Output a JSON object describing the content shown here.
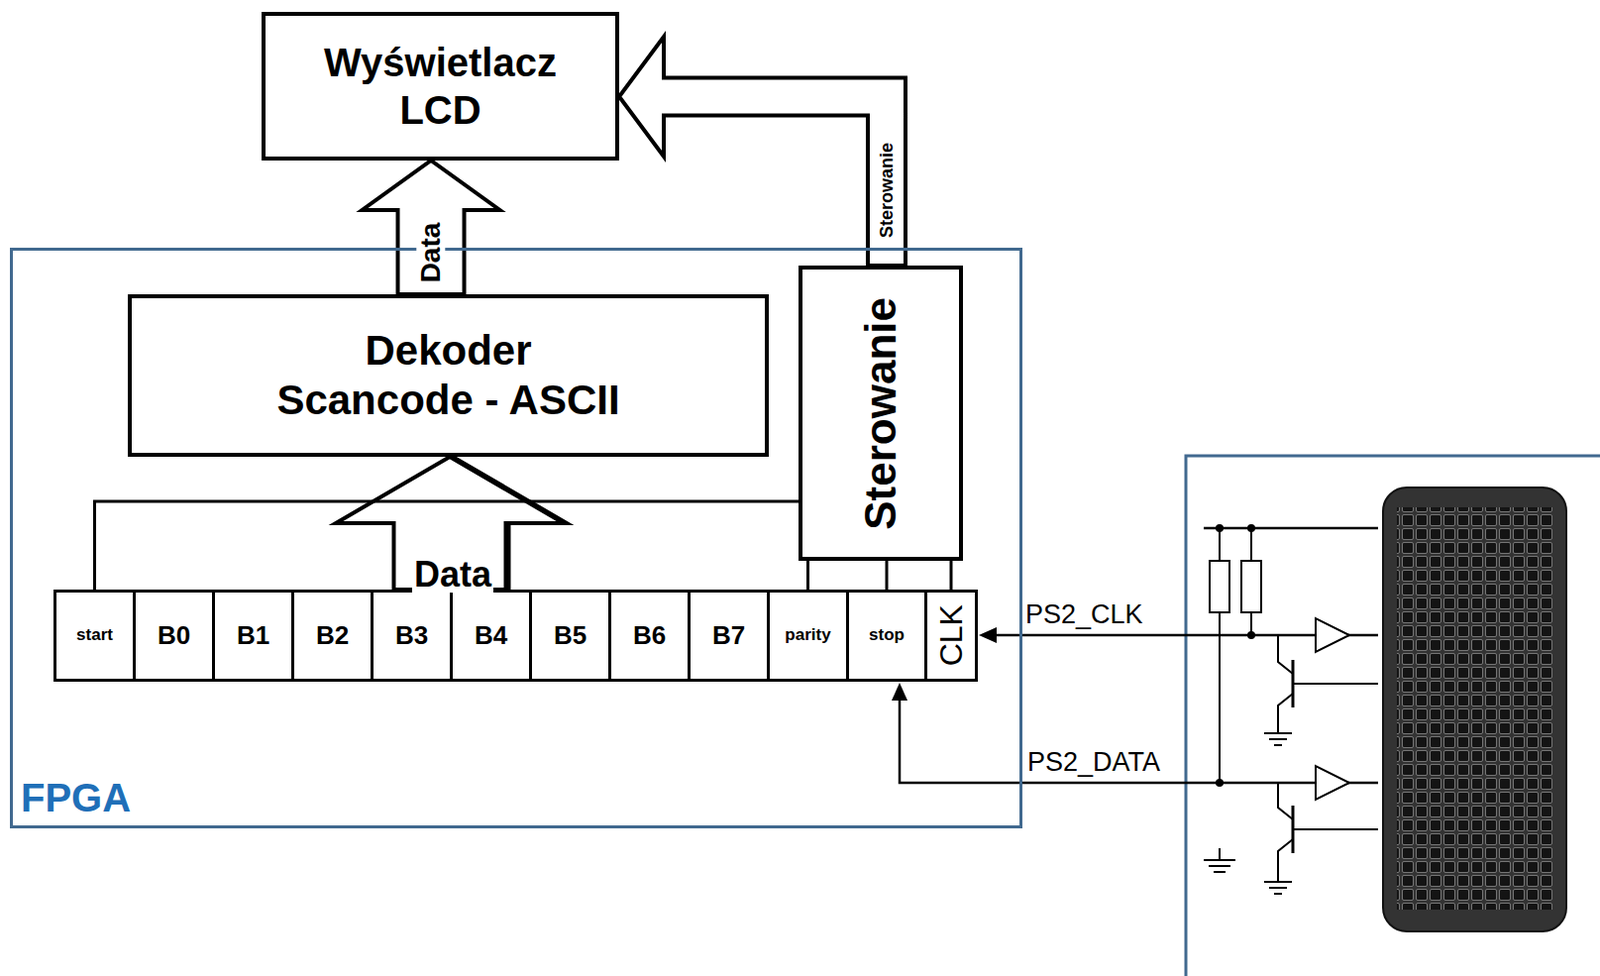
{
  "diagram": {
    "nodes": [
      {
        "text": [
          "Wyświetlacz LCD"
        ]
      },
      {
        "text": [
          "FPGA"
        ]
      },
      {
        "text": [
          "Dekoder Scancode - ASCII"
        ],
        "in": 1
      },
      {
        "text": [
          "Sterowanie"
        ],
        "in": 1
      },
      {
        "text": [
          "start"
        ],
        "in": 1
      },
      {
        "text": [
          "B0"
        ],
        "in": 1
      },
      {
        "text": [
          "B1"
        ],
        "in": 1
      },
      {
        "text": [
          "B2"
        ],
        "in": 1
      },
      {
        "text": [
          "B3"
        ],
        "in": 1
      },
      {
        "text": [
          "B4"
        ],
        "in": 1
      },
      {
        "text": [
          "B5"
        ],
        "in": 1
      },
      {
        "text": [
          "B6"
        ],
        "in": 1
      },
      {
        "text": [
          "B7"
        ],
        "in": 1
      },
      {
        "text": [
          "parity"
        ],
        "in": 1
      },
      {
        "text": [
          "stop"
        ],
        "in": 1
      },
      {
        "text": [
          "CLK"
        ],
        "in": 1
      }
    ],
    "edges": [
      {
        "from": 2,
        "to": 0,
        "label": "Data",
        "arrow": "to"
      },
      {
        "from": 3,
        "to": 0,
        "label": "Sterowanie",
        "arrow": "to"
      },
      {
        "from": 8,
        "to": 2,
        "label": "Data",
        "arrow": "to"
      },
      {
        "from": 9,
        "to": 2,
        "arrow": "to"
      },
      {
        "from": 4,
        "to": 3,
        "arrow": "none"
      },
      {
        "from": 13,
        "to": 3,
        "arrow": "none"
      },
      {
        "from": 14,
        "to": 3,
        "arrow": "none"
      },
      {
        "from": 15,
        "to": 3,
        "arrow": "none"
      }
    ],
    "labels": [
      "PS2_CLK",
      "PS2_DATA"
    ]
  }
}
